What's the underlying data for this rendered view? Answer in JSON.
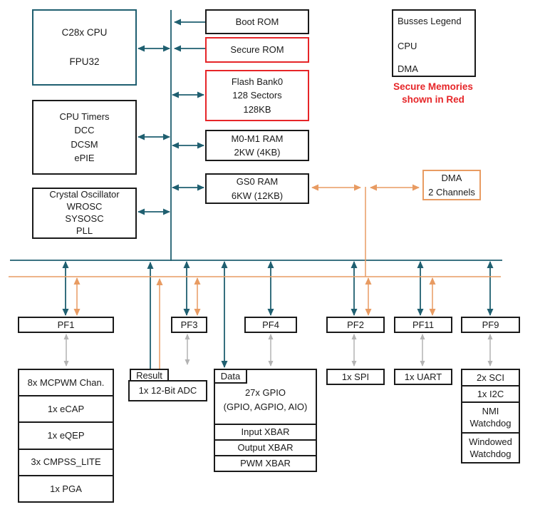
{
  "colors": {
    "cpu_bus": "#1f5f70",
    "dma_bus": "#e89b62",
    "secure_red": "#e62528",
    "gray_arrow": "#b3b3b3",
    "box_border": "#1a1a1a",
    "background": "#ffffff"
  },
  "legend": {
    "title": "Busses Legend",
    "cpu_label": "CPU",
    "dma_label": "DMA",
    "note": "Secure Memories\nshown in Red"
  },
  "blocks": {
    "c28x_cpu": "C28x CPU\n\nFPU32",
    "cpu_timers": "CPU Timers\nDCC\nDCSM\nePIE",
    "crystal": "Crystal Oscillator\nWROSC\nSYSOSC\nPLL",
    "boot_rom": "Boot ROM",
    "secure_rom": "Secure ROM",
    "flash": "Flash Bank0\n128 Sectors\n128KB",
    "m0m1_ram": "M0-M1 RAM\n2KW (4KB)",
    "gs0_ram": "GS0 RAM\n6KW (12KB)",
    "dma": "DMA\n2 Channels"
  },
  "pf": {
    "pf1": "PF1",
    "pf3": "PF3",
    "pf4": "PF4",
    "pf2": "PF2",
    "pf11": "PF11",
    "pf9": "PF9"
  },
  "peripherals": {
    "control": [
      "8x MCPWM Chan.",
      "1x eCAP",
      "1x eQEP",
      "3x CMPSS_LITE",
      "1x PGA"
    ],
    "adc": {
      "tab": "Result",
      "label": "1x 12-Bit ADC"
    },
    "gpio": {
      "tab": "Data",
      "title": "27x GPIO\n(GPIO, AGPIO, AIO)",
      "rows": [
        "Input XBAR",
        "Output XBAR",
        "PWM XBAR"
      ]
    },
    "spi": "1x SPI",
    "uart": "1x UART",
    "comms": [
      "2x SCI",
      "1x I2C",
      "NMI\nWatchdog",
      "Windowed\nWatchdog"
    ]
  }
}
